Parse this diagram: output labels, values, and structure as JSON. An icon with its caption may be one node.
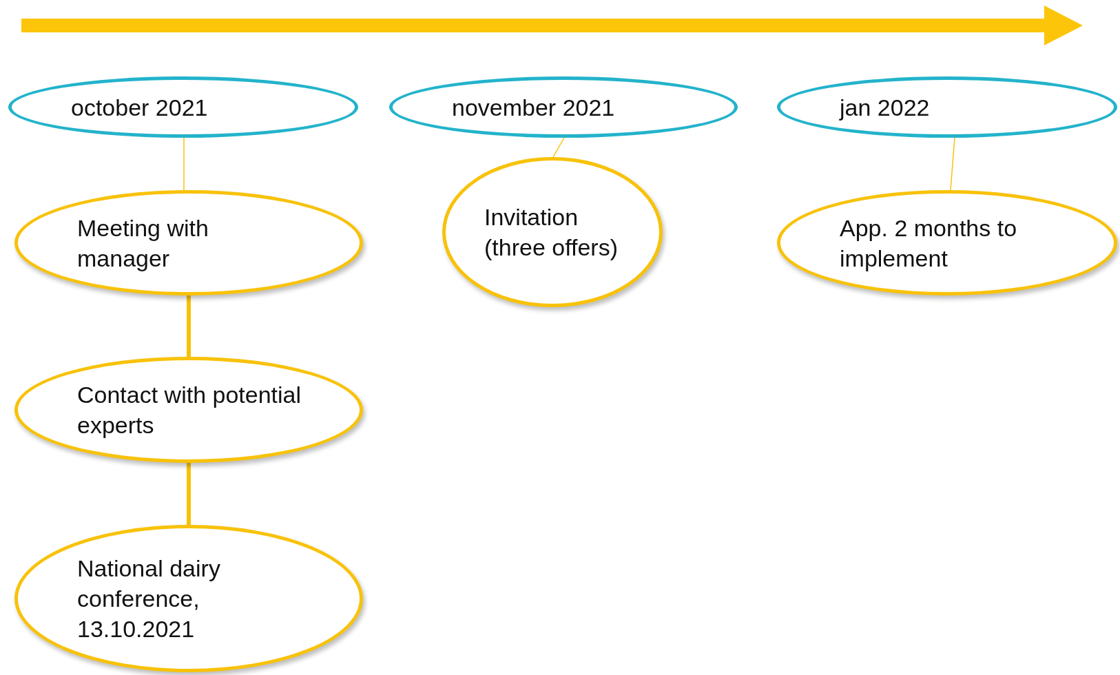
{
  "diagram": {
    "nodes": [
      {
        "text": [
          "october 2021"
        ]
      },
      {
        "text": [
          "november 2021"
        ]
      },
      {
        "text": [
          "jan 2022"
        ]
      },
      {
        "text": [
          "Meeting with manager"
        ]
      },
      {
        "text": [
          "Invitation (three offers)"
        ]
      },
      {
        "text": [
          "App. 2 months to implement"
        ]
      },
      {
        "text": [
          "Contact with potential experts"
        ]
      },
      {
        "text": [
          "National dairy conference, 13.10.2021"
        ]
      }
    ],
    "edges": [
      {
        "from": 0,
        "to": 3,
        "arrow": "none"
      },
      {
        "from": 3,
        "to": 6,
        "arrow": "none",
        "style": "thick"
      },
      {
        "from": 6,
        "to": 7,
        "arrow": "none",
        "style": "thick"
      },
      {
        "from": 1,
        "to": 4,
        "arrow": "none"
      },
      {
        "from": 2,
        "to": 5,
        "arrow": "none"
      }
    ]
  }
}
